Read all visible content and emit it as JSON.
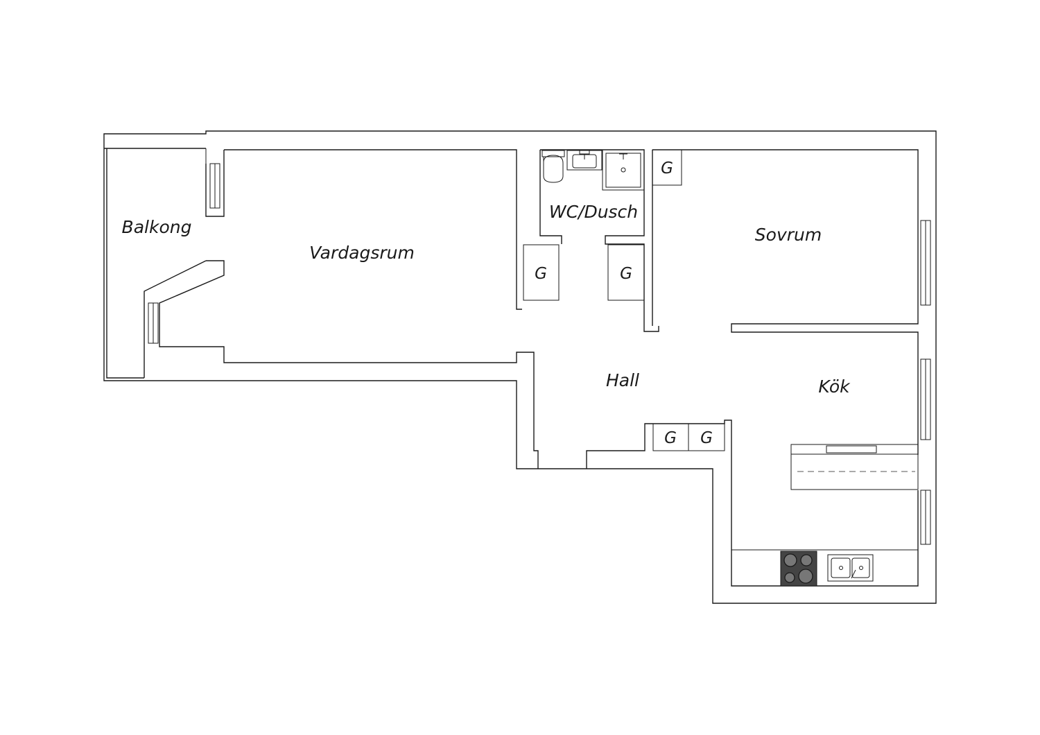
{
  "rooms": {
    "balkong": "Balkong",
    "vardagsrum": "Vardagsrum",
    "wc_dusch": "WC/Dusch",
    "sovrum": "Sovrum",
    "hall": "Hall",
    "kok": "Kök"
  },
  "closets": {
    "sovrum_corner": "G",
    "hall_left": "G",
    "hall_right": "G",
    "hall_bottom_1": "G",
    "hall_bottom_2": "G"
  },
  "fixtures": {
    "toilet": "toilet-icon",
    "wash_basin": "wash-basin-icon",
    "shower": "shower-icon",
    "hob": "hob-icon",
    "kitchen_sink": "kitchen-sink-icon"
  },
  "colors": {
    "wall": "#1a1a1a",
    "background": "#ffffff",
    "hob": "#444444"
  }
}
